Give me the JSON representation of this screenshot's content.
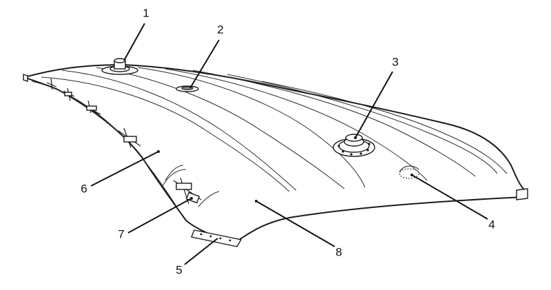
{
  "figure": {
    "callouts": [
      {
        "id": "1",
        "label": "1"
      },
      {
        "id": "2",
        "label": "2"
      },
      {
        "id": "3",
        "label": "3"
      },
      {
        "id": "4",
        "label": "4"
      },
      {
        "id": "5",
        "label": "5"
      },
      {
        "id": "6",
        "label": "6"
      },
      {
        "id": "7",
        "label": "7"
      },
      {
        "id": "8",
        "label": "8"
      }
    ]
  },
  "colors": {
    "line": "#1a1a1a",
    "background": "#ffffff",
    "fitting_fill": "#8a8a8a"
  }
}
